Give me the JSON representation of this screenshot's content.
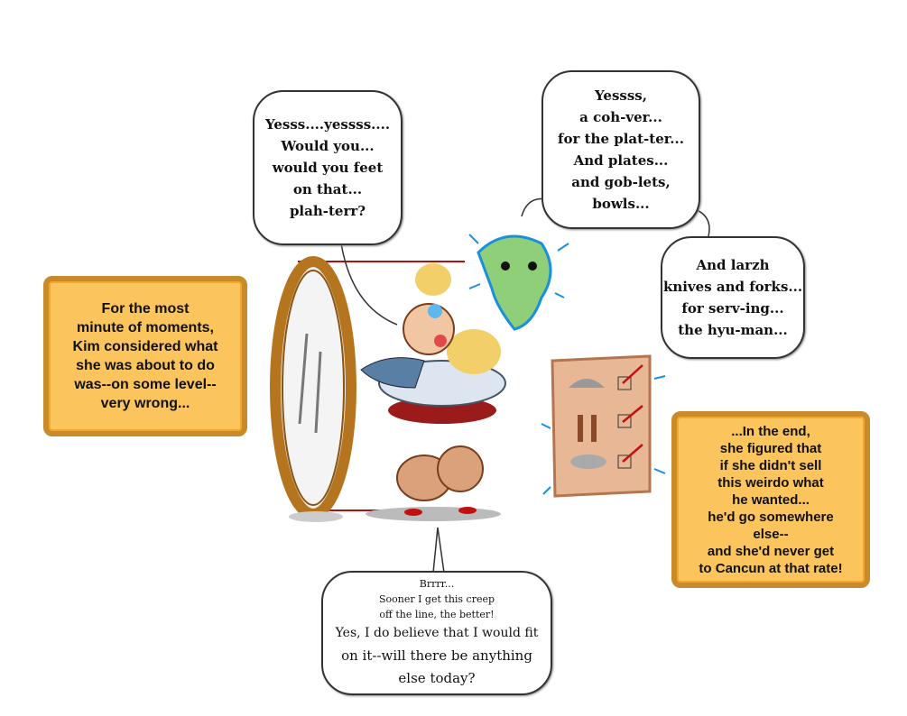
{
  "caption_left": {
    "lines": [
      "For the most",
      "minute of moments,",
      "Kim considered what",
      "she was about to do",
      "was--on some level--",
      "very wrong..."
    ]
  },
  "caption_right": {
    "lines": [
      "...In the end,",
      "she figured that",
      "if she didn't sell",
      "this weirdo what",
      "he wanted...",
      "he'd go somewhere",
      "else--",
      "and she'd never get",
      "to Cancun at that rate!"
    ]
  },
  "bubble_kim_top": {
    "lines": [
      "Yesss....yessss....",
      "Would you...",
      "would you feet",
      "on that...",
      "plah-terr?"
    ]
  },
  "bubble_ghost_1": {
    "lines": [
      "Yessss,",
      "a coh-ver...",
      "for the plat-ter...",
      "And plates...",
      "and gob-lets,",
      "bowls..."
    ]
  },
  "bubble_ghost_2": {
    "lines": [
      "And larzh",
      "knives and forks...",
      "for serv-ing...",
      "the hyu-man..."
    ]
  },
  "bubble_kim_bottom": {
    "thought_lines": [
      "Brrrr...",
      "Sooner I get this creep",
      "off the line, the better!"
    ],
    "speech_lines": [
      "Yes, I do believe that I would fit",
      "on it--will there be anything",
      "else today?"
    ]
  },
  "colors": {
    "parchment": "#fbc45c",
    "parchment_border": "#c88a2a",
    "mirror_frame": "#b5741e",
    "electric": "#1a8fe0",
    "ghost": "#8fcf7a"
  }
}
